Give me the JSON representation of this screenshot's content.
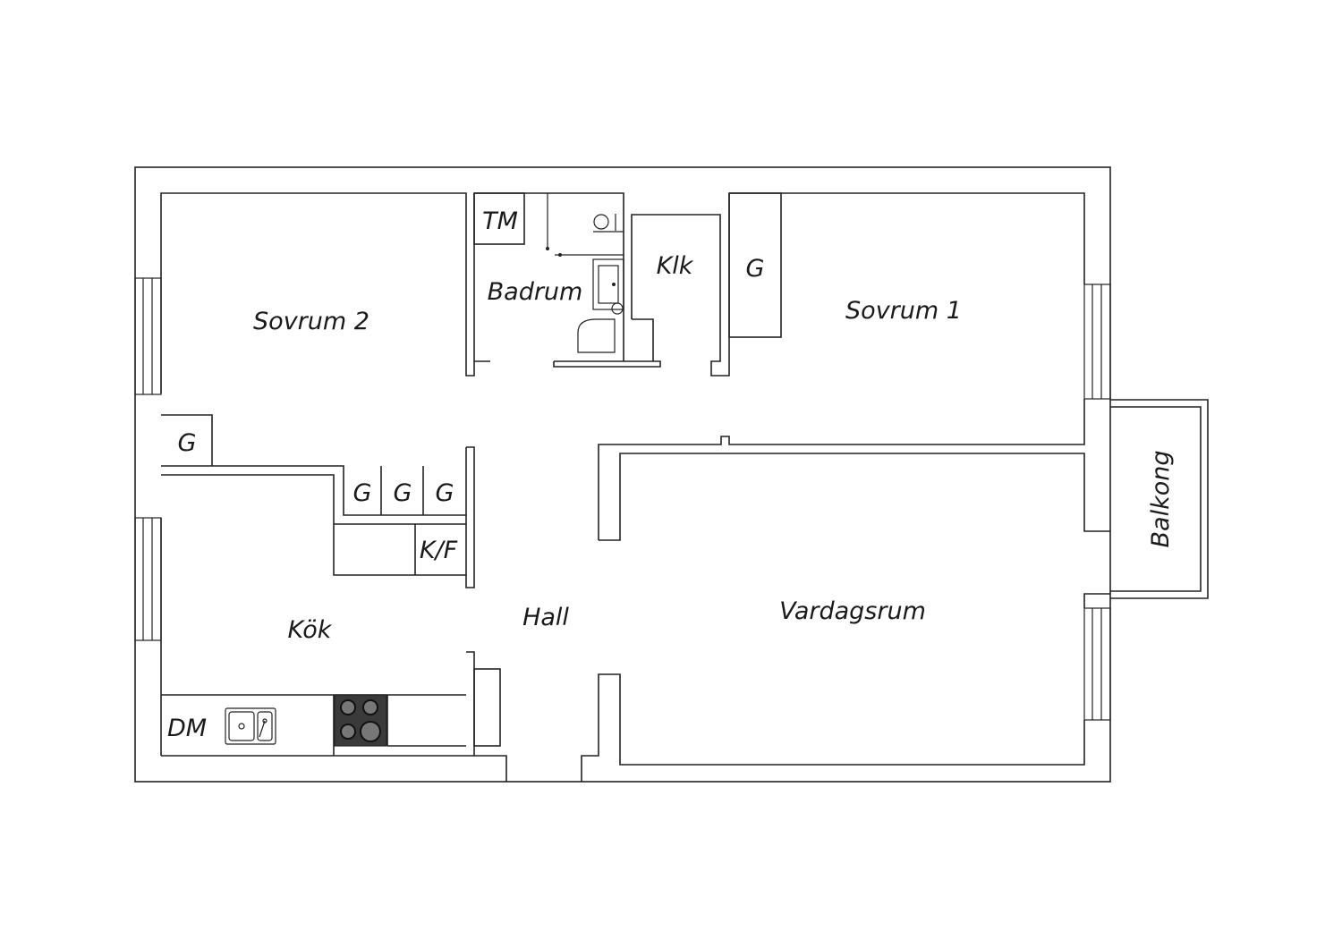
{
  "rooms": {
    "sovrum2": "Sovrum 2",
    "sovrum1": "Sovrum 1",
    "badrum": "Badrum",
    "klk": "Klk",
    "kok": "Kök",
    "hall": "Hall",
    "vardagsrum": "Vardagsrum",
    "balkong": "Balkong"
  },
  "fixtures": {
    "tm": "TM",
    "wardrobe": "G",
    "kf": "K/F",
    "dm": "DM"
  }
}
